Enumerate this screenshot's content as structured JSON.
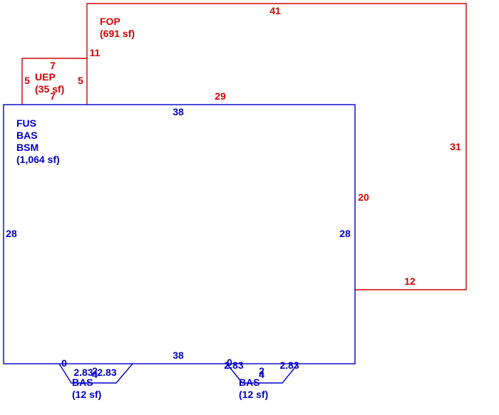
{
  "colors": {
    "fop": "#d60000",
    "uep": "#d60000",
    "main": "#0000c8",
    "bay": "#0000c8"
  },
  "areas": {
    "fop": {
      "code": "FOP",
      "area": "(691 sf)"
    },
    "uep": {
      "code": "UEP",
      "area": "(35 sf)"
    },
    "main": {
      "codes": [
        "FUS",
        "BAS",
        "BSM"
      ],
      "area": "(1,064 sf)"
    },
    "bay_left": {
      "code": "BAS",
      "area": "(12 sf)"
    },
    "bay_right": {
      "code": "BAS",
      "area": "(12 sf)"
    }
  },
  "dimensions": {
    "fop_top": "41",
    "fop_right": "31",
    "fop_bottom": "12",
    "fop_inner_left": "11",
    "fop_inner_bottom": "29",
    "fop_step": "20",
    "uep_top": "7",
    "uep_bottom": "7",
    "uep_left": "5",
    "uep_right": "5",
    "main_top": "38",
    "main_bottom": "38",
    "main_left": "28",
    "main_right": "28",
    "bay_left_zero": "0",
    "bay_left_side_a": "2.83",
    "bay_left_side_b": "2.83",
    "bay_left_front": "4",
    "bay_left_depth": "2",
    "bay_right_zero": "0",
    "bay_right_side_a": "2.83",
    "bay_right_side_b": "2.83",
    "bay_right_front": "4",
    "bay_right_depth": "2"
  }
}
